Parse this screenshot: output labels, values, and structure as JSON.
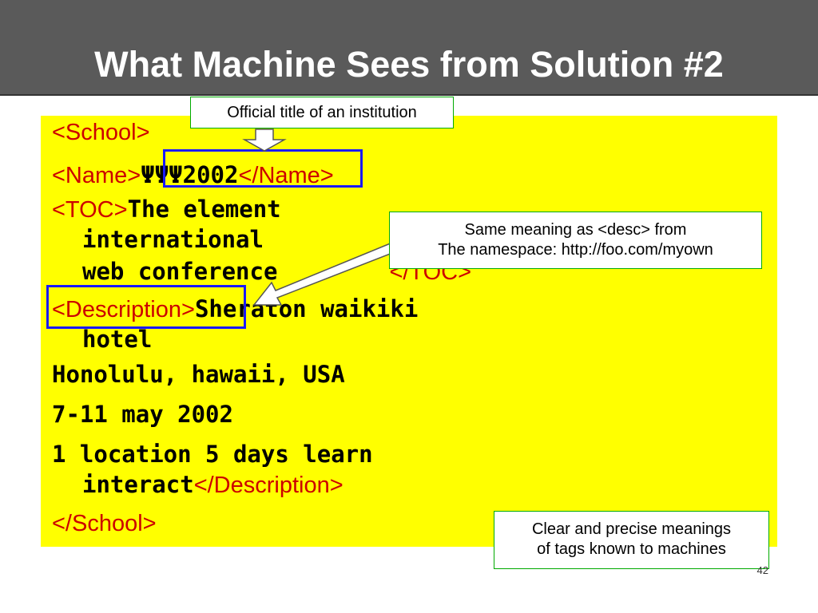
{
  "slide": {
    "title": "What Machine Sees from Solution #2",
    "page_number": "42"
  },
  "callouts": {
    "top": "Official title of an institution",
    "middle_line1": "Same meaning as <desc> from",
    "middle_line2": "The namespace: http://foo.com/myown",
    "bottom_line1": "Clear and precise meanings",
    "bottom_line2": "of tags known to machines"
  },
  "xml": {
    "school_open": "<School>",
    "name_open": "<Name>",
    "name_value": "ΨΨΨ2002",
    "name_close": "</Name>",
    "toc_open": "<TOC>",
    "toc_text1": "The element",
    "toc_text2": "international",
    "toc_text3": "web conference",
    "toc_close": "</TOC>",
    "desc_open": "<Description>",
    "desc_text1": "Sheraton waikiki",
    "desc_text2": "hotel",
    "desc_text3": "Honolulu, hawaii, USA",
    "desc_text4": "7-11 may 2002",
    "desc_text5": "1 location 5 days learn",
    "desc_text6": "interact",
    "desc_close": "</Description>",
    "school_close": "</School>"
  },
  "colors": {
    "title_bar": "#5a5a5a",
    "content_bg": "#ffff00",
    "tag_text": "#cc0000",
    "highlight_box": "#1a1aff",
    "callout_border": "#00aa00"
  }
}
